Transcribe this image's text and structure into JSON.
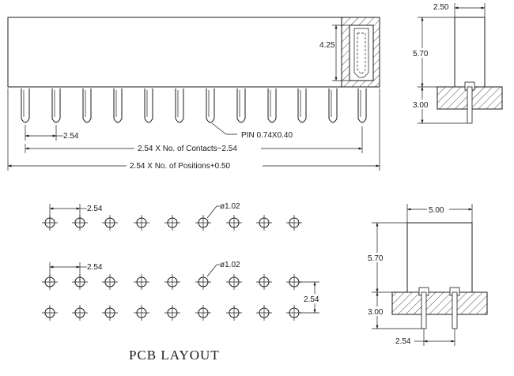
{
  "front_view": {
    "dim_height_top": "4.25",
    "dim_pitch": "2.54",
    "pin_label": "PIN 0.74X0.40",
    "dim_contacts": "2.54 X No. of Contacts−2.54",
    "dim_positions": "2.54 X No. of Positions+0.50"
  },
  "side_view_top": {
    "dim_width": "2.50",
    "dim_height": "5.70",
    "dim_pin": "3.00"
  },
  "pcb_layout": {
    "dim_pitch_row1": "2.54",
    "hole_label_row1": "ø1.02",
    "dim_pitch_row2": "2.54",
    "hole_label_row2": "ø1.02",
    "dim_row_spacing": "2.54",
    "title": "PCB LAYOUT"
  },
  "side_view_bottom": {
    "dim_width": "5.00",
    "dim_height": "5.70",
    "dim_pin": "3.00",
    "dim_pin_spacing": "2.54"
  }
}
